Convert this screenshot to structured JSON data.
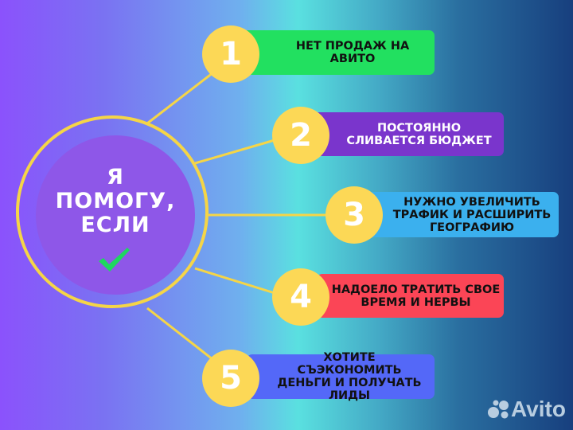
{
  "colors": {
    "gradient_left": "#8b52fc",
    "gradient_mid": "#5ae0e0",
    "gradient_right": "#173f7e",
    "ring": "#f5d547",
    "badge": "#fcd856",
    "disk": "#8e57e8",
    "check": "#1ed760"
  },
  "center": {
    "line1": "Я",
    "line2": "ПОМОГУ,",
    "line3": "ЕСЛИ",
    "icon": "checkmark-icon"
  },
  "items": [
    {
      "number": "1",
      "text": "НЕТ ПРОДАЖ НА АВИТО",
      "box_color": "#22e060",
      "text_color": "#111111"
    },
    {
      "number": "2",
      "text": "ПОСТОЯННО СЛИВАЕТСЯ БЮДЖЕТ",
      "box_color": "#7a35cc",
      "text_color": "#ffffff"
    },
    {
      "number": "3",
      "text": "НУЖНО УВЕЛИЧИТЬ ТРАФИК И РАСШИРИТЬ ГЕОГРАФИЮ",
      "box_color": "#3bb0ee",
      "text_color": "#111111"
    },
    {
      "number": "4",
      "text": "НАДОЕЛО ТРАТИТЬ СВОЕ ВРЕМЯ И НЕРВЫ",
      "box_color": "#fb4556",
      "text_color": "#111111"
    },
    {
      "number": "5",
      "text": "ХОТИТЕ СЪЭКОНОМИТЬ ДЕНЬГИ И ПОЛУЧАТЬ ЛИДЫ",
      "box_color": "#5468f8",
      "text_color": "#111111"
    }
  ],
  "watermark": {
    "text": "Avito",
    "icon": "avito-dots-icon"
  }
}
